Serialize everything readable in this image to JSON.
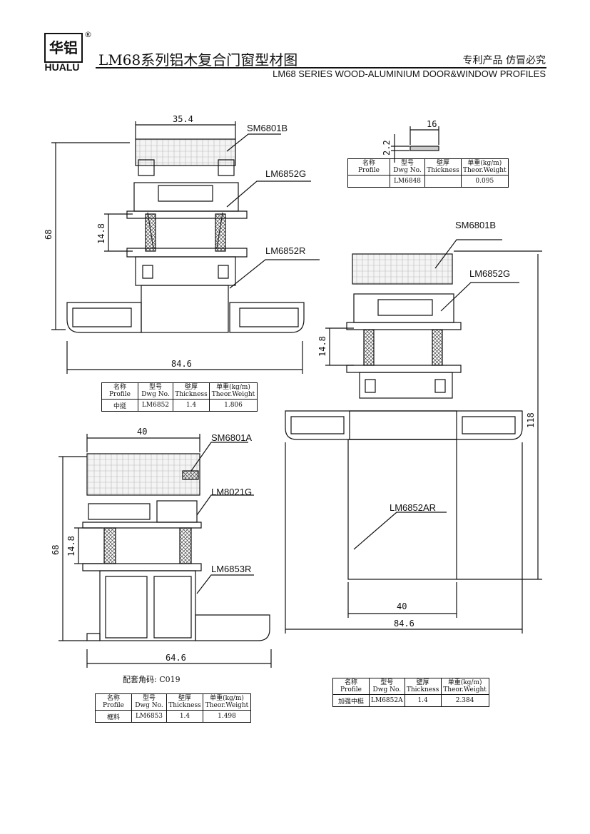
{
  "header": {
    "logo_cn": "华铝",
    "logo_en": "HUALU",
    "logo_reg": "®",
    "title": "LM68系列铝木复合门窗型材图",
    "patent": "专利产品 仿冒必究",
    "subtitle": "LM68 SERIES WOOD-ALUMINIUM DOOR&WINDOW PROFILES"
  },
  "table_headers": {
    "profile_cn": "名称",
    "profile_en": "Profile",
    "dwg_cn": "型号",
    "dwg_en": "Dwg No.",
    "thick_cn": "壁厚",
    "thick_en": "Thickness",
    "weight_cn": "单重(kg/m)",
    "weight_en": "Theor.Weight"
  },
  "tables": {
    "lm6848": {
      "profile": "",
      "dwg": "LM6848",
      "thickness": "",
      "weight": "0.095"
    },
    "lm6852": {
      "profile": "中挺",
      "dwg": "LM6852",
      "thickness": "1.4",
      "weight": "1.806"
    },
    "lm6853": {
      "profile": "框料",
      "dwg": "LM6853",
      "thickness": "1.4",
      "weight": "1.498"
    },
    "lm6852a": {
      "profile": "加强中梃",
      "dwg": "LM6852A",
      "thickness": "1.4",
      "weight": "2.384"
    }
  },
  "corner_code": "配套角码: C019",
  "diagram1": {
    "top": "35.4",
    "height": "68",
    "inner": "14.8",
    "bottom": "84.6",
    "l1": "SM6801B",
    "l2": "LM6852G",
    "l3": "LM6852R"
  },
  "diagram2": {
    "width": "16",
    "thick": "2.2"
  },
  "diagram3": {
    "top": "40",
    "height": "68",
    "inner": "14.8",
    "bottom": "64.6",
    "l1": "SM6801A",
    "l2": "LM8021G",
    "l3": "LM6853R"
  },
  "diagram4": {
    "height": "118",
    "inner": "14.8",
    "w1": "40",
    "w2": "84.6",
    "l1": "SM6801B",
    "l2": "LM6852G",
    "l3": "LM6852AR"
  }
}
